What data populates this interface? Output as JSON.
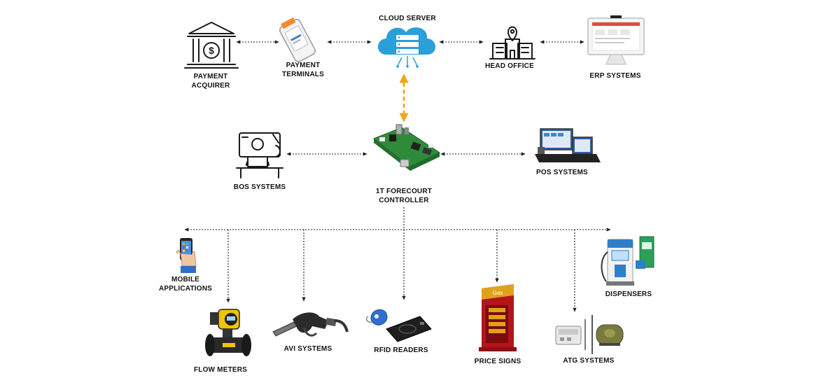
{
  "nodes": {
    "cloud_server": "CLOUD SERVER",
    "payment_acquirer": [
      "PAYMENT",
      "ACQUIRER"
    ],
    "payment_terminals": [
      "PAYMENT",
      "TERMINALS"
    ],
    "head_office": "HEAD OFFICE",
    "erp_systems": "ERP SYSTEMS",
    "bos_systems": "BOS SYSTEMS",
    "forecourt_controller": [
      "1T FORECOURT",
      "CONTROLLER"
    ],
    "pos_systems": "POS SYSTEMS",
    "mobile_applications": [
      "MOBILE",
      "APPLICATIONS"
    ],
    "flow_meters": "FLOW METERS",
    "avi_systems": "AVI SYSTEMS",
    "rfid_readers": "RFID READERS",
    "price_signs": "PRICE SIGNS",
    "atg_systems": "ATG SYSTEMS",
    "dispensers": "DISPENSERS"
  },
  "price_sign_text": "Gas",
  "colors": {
    "link_dotted": "#222222",
    "link_cloud": "#f2a516",
    "cloud_blue": "#2a9fd8",
    "board_green": "#2e8b3a",
    "price_sign_red": "#b3151b",
    "price_sign_gold": "#e0a21a",
    "dispenser_blue": "#2e7fc7",
    "flow_meter_yellow": "#f2c400"
  }
}
